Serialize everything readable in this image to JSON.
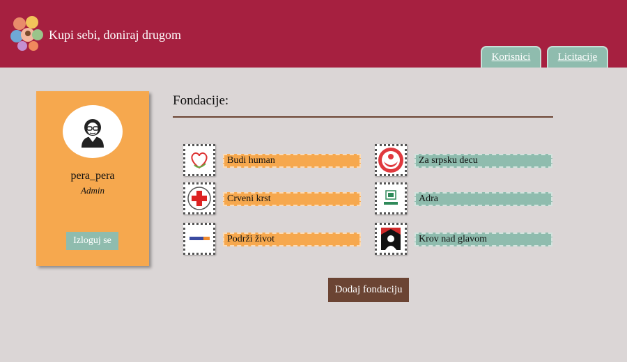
{
  "header": {
    "title": "Kupi sebi, doniraj drugom",
    "logo": "children-group-logo",
    "tabs": [
      {
        "label": "Korisnici"
      },
      {
        "label": "Licitacije"
      }
    ],
    "colors": {
      "header_bg": "#a62040",
      "tab_bg": "#8fbcae"
    }
  },
  "profile": {
    "avatar": "user-avatar-icon",
    "username": "pera_pera",
    "role": "Admin",
    "logout_label": "Izloguj se"
  },
  "main": {
    "title": "Fondacije:",
    "foundations": [
      {
        "name": "Budi human",
        "logo": "budi-human-logo",
        "color": "#f6a84e"
      },
      {
        "name": "Crveni krst",
        "logo": "red-cross-logo",
        "color": "#f6a84e"
      },
      {
        "name": "Podrži život",
        "logo": "podrzi-zivot-logo",
        "color": "#f6a84e"
      },
      {
        "name": "Za srpsku decu",
        "logo": "za-srpsku-decu-logo",
        "color": "#8fbcae"
      },
      {
        "name": "Adra",
        "logo": "adra-logo",
        "color": "#8fbcae"
      },
      {
        "name": "Krov nad glavom",
        "logo": "krov-nad-glavom-logo",
        "color": "#8fbcae"
      }
    ],
    "add_label": "Dodaj fondaciju"
  }
}
